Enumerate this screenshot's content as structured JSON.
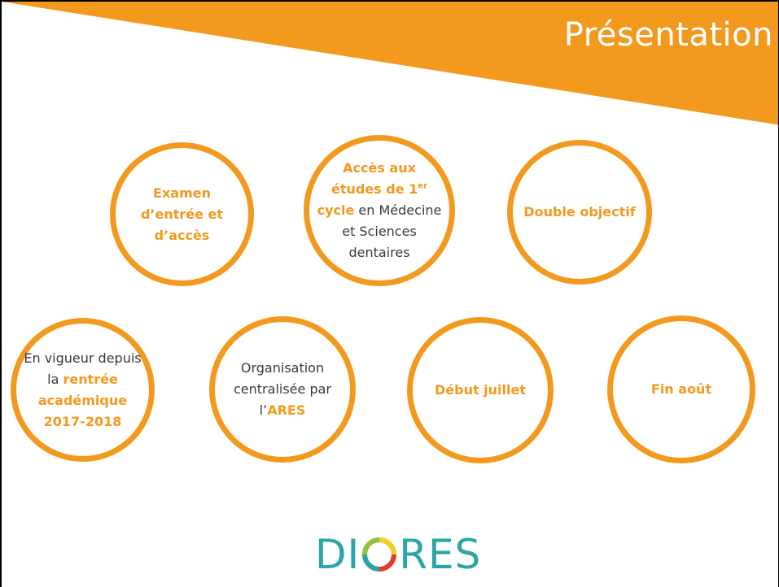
{
  "slide": {
    "title": "Présentation"
  },
  "circles": [
    {
      "parts": [
        {
          "text": "Examen d’entrée et d’accès",
          "hl": true
        }
      ]
    },
    {
      "parts": [
        {
          "text": "Accès aux études de 1",
          "hl": true
        },
        {
          "text": "er",
          "hl": true,
          "sup": true
        },
        {
          "text": " cycle",
          "hl": true
        },
        {
          "text": " en Médecine et Sciences dentaires",
          "hl": false
        }
      ]
    },
    {
      "parts": [
        {
          "text": "Double objectif",
          "hl": true
        }
      ]
    },
    {
      "parts": [
        {
          "text": "En vigueur depuis la ",
          "hl": false
        },
        {
          "text": "rentrée académique 2017-2018",
          "hl": true
        }
      ]
    },
    {
      "parts": [
        {
          "text": "Organisation centralisée par l’",
          "hl": false
        },
        {
          "text": "ARES",
          "hl": true
        }
      ]
    },
    {
      "parts": [
        {
          "text": "Début juillet",
          "hl": true
        }
      ]
    },
    {
      "parts": [
        {
          "text": "Fin août",
          "hl": true
        }
      ]
    }
  ],
  "logo": {
    "left_text": "DI",
    "right_text": "RES",
    "icon": "compass-o-icon"
  },
  "colors": {
    "accent": "#f39a1e",
    "text": "#3a3a3a",
    "logo_teal": "#2aa6a6"
  }
}
